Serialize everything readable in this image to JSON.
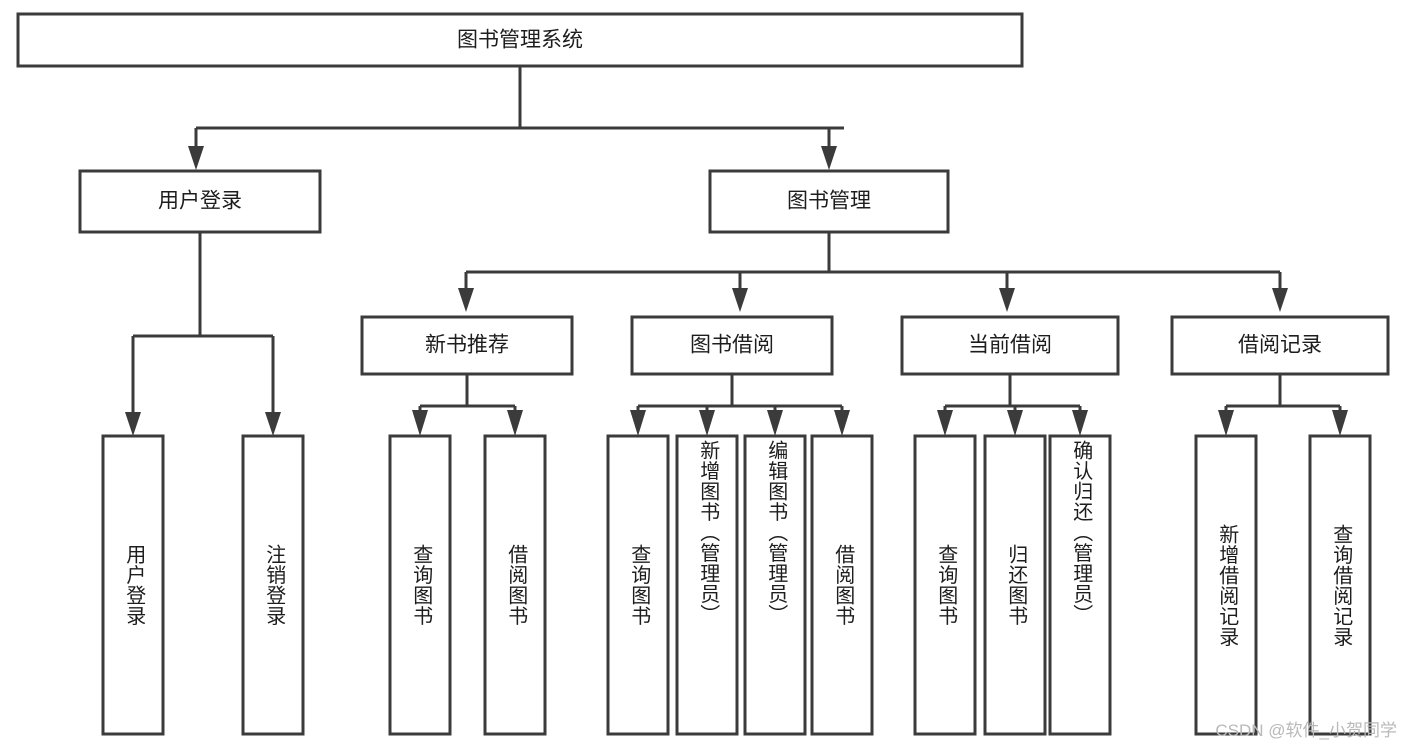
{
  "diagram": {
    "type": "tree",
    "title_node": "图书管理系统",
    "watermark": "CSDN @软件_小贺同学",
    "colors": {
      "stroke": "#3b3b3b",
      "box_fill": "#ffffff",
      "text": "#1d1d1d",
      "watermark": "#b9b9b9",
      "background": "#ffffff"
    },
    "levels": {
      "root": {
        "label": "图书管理系统"
      },
      "level2": [
        {
          "label": "用户登录"
        },
        {
          "label": "图书管理"
        }
      ],
      "level3": [
        {
          "label": "新书推荐"
        },
        {
          "label": "图书借阅"
        },
        {
          "label": "当前借阅"
        },
        {
          "label": "借阅记录"
        }
      ],
      "leaves": {
        "user_login": [
          {
            "label": "用户登录"
          },
          {
            "label": "注销登录"
          }
        ],
        "new_book_recommend": [
          {
            "label": "查询图书"
          },
          {
            "label": "借阅图书"
          }
        ],
        "book_borrow": [
          {
            "label": "查询图书"
          },
          {
            "label": "新增图书（管理员）"
          },
          {
            "label": "编辑图书（管理员）"
          },
          {
            "label": "借阅图书"
          }
        ],
        "current_borrow": [
          {
            "label": "查询图书"
          },
          {
            "label": "归还图书"
          },
          {
            "label": "确认归还（管理员）"
          }
        ],
        "borrow_record": [
          {
            "label": "新增借阅记录"
          },
          {
            "label": "查询借阅记录"
          }
        ]
      }
    }
  }
}
